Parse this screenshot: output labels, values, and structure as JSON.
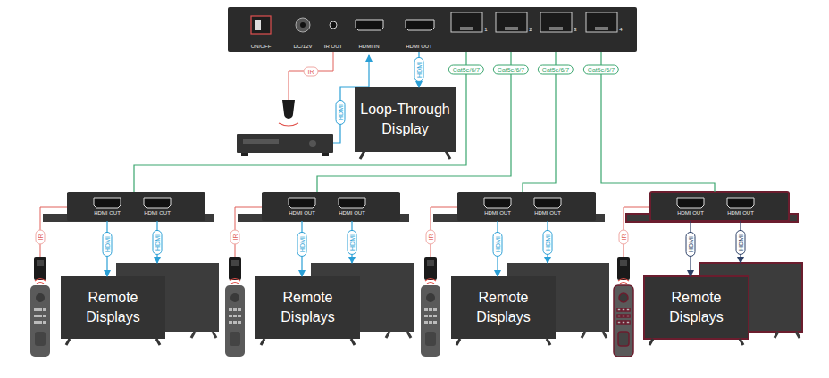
{
  "diagram": {
    "nodes": [
      {
        "text": [
          "ON/OFF",
          "DC/12V",
          "IR OUT",
          "HDMI IN",
          "HDMI OUT",
          "1",
          "2",
          "3",
          "4"
        ]
      },
      {
        "text": [
          "Loop-Through Display"
        ]
      },
      {
        "text": [
          "HDMI OUT",
          "HDMI OUT"
        ]
      },
      {
        "text": [
          "Remote Displays"
        ]
      },
      {
        "text": [
          "HDMI OUT",
          "HDMI OUT"
        ]
      },
      {
        "text": [
          "Remote Displays"
        ]
      },
      {
        "text": [
          "HDMI OUT",
          "HDMI OUT"
        ]
      },
      {
        "text": [
          "Remote Displays"
        ]
      },
      {
        "text": [
          "HDMI OUT",
          "HDMI OUT"
        ]
      },
      {
        "text": [
          "Remote Displays"
        ]
      }
    ],
    "edges": [
      {
        "from": 0,
        "to": 1,
        "label": "HDMI",
        "arrow": "to"
      },
      {
        "from": 0,
        "to": 2,
        "label": "Cat5e/6/7",
        "arrow": "none"
      },
      {
        "from": 0,
        "to": 4,
        "label": "Cat5e/6/7",
        "arrow": "none"
      },
      {
        "from": 0,
        "to": 6,
        "label": "Cat5e/6/7",
        "arrow": "none"
      },
      {
        "from": 0,
        "to": 8,
        "label": "Cat5e/6/7",
        "arrow": "none"
      },
      {
        "from": 2,
        "to": 3,
        "label": "HDMI",
        "arrow": "to"
      },
      {
        "from": 2,
        "to": 3,
        "label": "HDMI",
        "arrow": "to"
      },
      {
        "from": 4,
        "to": 5,
        "label": "HDMI",
        "arrow": "to"
      },
      {
        "from": 4,
        "to": 5,
        "label": "HDMI",
        "arrow": "to"
      },
      {
        "from": 6,
        "to": 7,
        "label": "HDMI",
        "arrow": "to"
      },
      {
        "from": 6,
        "to": 7,
        "label": "HDMI",
        "arrow": "to"
      },
      {
        "from": 8,
        "to": 9,
        "label": "HDMI",
        "arrow": "to"
      },
      {
        "from": 8,
        "to": 9,
        "label": "HDMI",
        "arrow": "to"
      }
    ],
    "labels": [
      "IR",
      "HDMI",
      "IR",
      "IR",
      "IR",
      "IR"
    ]
  }
}
